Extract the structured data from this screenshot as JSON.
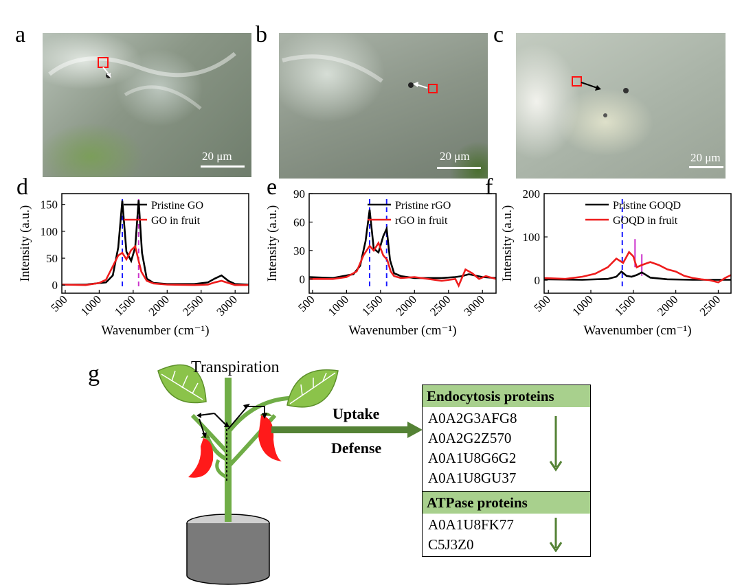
{
  "panels": {
    "a": {
      "label": "a",
      "scale": "20 μm"
    },
    "b": {
      "label": "b",
      "scale": "20 μm"
    },
    "c": {
      "label": "c",
      "scale": "20 μm"
    },
    "d": {
      "label": "d"
    },
    "e": {
      "label": "e"
    },
    "f": {
      "label": "f"
    },
    "g": {
      "label": "g"
    }
  },
  "chart_data": [
    {
      "panel": "d",
      "type": "line",
      "xlabel": "Wavenumber (cm⁻¹)",
      "ylabel": "Intensity (a.u.)",
      "xlim": [
        450,
        3200
      ],
      "ylim": [
        -15,
        170
      ],
      "xticks": [
        500,
        1000,
        1500,
        2000,
        2500,
        3000
      ],
      "yticks": [
        0,
        50,
        100,
        150
      ],
      "series": [
        {
          "name": "Pristine GO",
          "color": "#000000",
          "x": [
            450,
            800,
            1100,
            1200,
            1280,
            1340,
            1400,
            1470,
            1530,
            1580,
            1630,
            1700,
            1800,
            2000,
            2400,
            2600,
            2700,
            2800,
            2900,
            3000,
            3200
          ],
          "y": [
            1,
            1,
            5,
            18,
            70,
            157,
            62,
            45,
            70,
            158,
            60,
            12,
            4,
            2,
            2,
            5,
            12,
            18,
            8,
            2,
            1
          ]
        },
        {
          "name": "GO in fruit",
          "color": "#ee1c1c",
          "x": [
            450,
            800,
            1000,
            1100,
            1200,
            1280,
            1340,
            1400,
            1470,
            1530,
            1580,
            1620,
            1700,
            1800,
            2000,
            2400,
            2600,
            2700,
            2800,
            2900,
            3000,
            3200
          ],
          "y": [
            1,
            0,
            4,
            10,
            35,
            55,
            60,
            48,
            65,
            72,
            45,
            25,
            8,
            3,
            1,
            0,
            1,
            5,
            8,
            4,
            0,
            0
          ]
        }
      ],
      "dashed_lines": [
        {
          "x": 1340,
          "color": "#1a1aff"
        },
        {
          "x": 1580,
          "color": "#cc33cc"
        }
      ],
      "legend": "top-right"
    },
    {
      "panel": "e",
      "type": "line",
      "xlabel": "Wavenumber (cm⁻¹)",
      "ylabel": "Intensity (a.u.)",
      "xlim": [
        450,
        3200
      ],
      "ylim": [
        -15,
        90
      ],
      "xticks": [
        500,
        1000,
        1500,
        2000,
        2500,
        3000
      ],
      "yticks": [
        0,
        30,
        60,
        90
      ],
      "series": [
        {
          "name": "Pristine rGO",
          "color": "#000000",
          "x": [
            450,
            800,
            1100,
            1200,
            1280,
            1340,
            1400,
            1470,
            1540,
            1590,
            1640,
            1700,
            1800,
            2000,
            2400,
            2600,
            2700,
            2800,
            3000,
            3200
          ],
          "y": [
            2,
            1,
            5,
            14,
            40,
            73,
            32,
            28,
            45,
            53,
            20,
            6,
            3,
            1,
            1,
            2,
            3,
            5,
            2,
            1
          ]
        },
        {
          "name": "rGO in fruit",
          "color": "#ee1c1c",
          "x": [
            450,
            800,
            1000,
            1150,
            1250,
            1340,
            1400,
            1470,
            1540,
            1600,
            1650,
            1700,
            1800,
            2000,
            2400,
            2600,
            2650,
            2750,
            2850,
            2950,
            3050,
            3200
          ],
          "y": [
            0,
            0,
            2,
            8,
            25,
            35,
            30,
            38,
            25,
            20,
            8,
            3,
            1,
            2,
            -2,
            0,
            -7,
            10,
            6,
            0,
            3,
            0
          ]
        }
      ],
      "dashed_lines": [
        {
          "x": 1340,
          "color": "#1a1aff"
        },
        {
          "x": 1590,
          "color": "#1a1aff"
        }
      ],
      "legend": "top-right"
    },
    {
      "panel": "f",
      "type": "line",
      "xlabel": "Wavenumber (cm⁻¹)",
      "ylabel": "Intensity (a.u.)",
      "xlim": [
        450,
        2650
      ],
      "ylim": [
        -30,
        200
      ],
      "xticks": [
        500,
        1000,
        1500,
        2000,
        2500
      ],
      "yticks": [
        0,
        100,
        200
      ],
      "series": [
        {
          "name": "Pristine GOQD",
          "color": "#000000",
          "x": [
            450,
            900,
            1200,
            1300,
            1360,
            1420,
            1480,
            1540,
            1600,
            1700,
            1900,
            2200,
            2650
          ],
          "y": [
            2,
            1,
            3,
            8,
            20,
            10,
            8,
            12,
            18,
            6,
            2,
            1,
            1
          ]
        },
        {
          "name": "GOQD in fruit",
          "color": "#ee1c1c",
          "x": [
            450,
            700,
            900,
            1050,
            1200,
            1300,
            1380,
            1450,
            1500,
            1540,
            1600,
            1700,
            1800,
            1900,
            2000,
            2100,
            2200,
            2300,
            2400,
            2500,
            2580,
            2650
          ],
          "y": [
            5,
            3,
            8,
            15,
            30,
            50,
            40,
            65,
            55,
            30,
            35,
            42,
            35,
            25,
            20,
            10,
            5,
            2,
            0,
            -5,
            5,
            12
          ]
        }
      ],
      "solid_lines": [
        {
          "x": 1520,
          "color": "#cc33cc",
          "y0": 30,
          "y1": 95
        },
        {
          "x": 1600,
          "color": "#cc33cc",
          "y0": 10,
          "y1": 60
        }
      ],
      "dashed_lines": [
        {
          "x": 1370,
          "color": "#1a1aff"
        }
      ],
      "legend": "top-right"
    }
  ],
  "diagram": {
    "transpiration": "Transpiration",
    "uptake": "Uptake",
    "defense": "Defense",
    "endocytosis_title": "Endocytosis proteins",
    "endocytosis_items": [
      "A0A2G3AFG8",
      "A0A2G2Z570",
      "A0A1U8G6G2",
      "A0A1U8GU37"
    ],
    "atpase_title": "ATPase proteins",
    "atpase_items": [
      "A0A1U8FK77",
      "C5J3Z0"
    ],
    "box_header_color": "#a8d08d",
    "arrow_color": "#548235"
  }
}
